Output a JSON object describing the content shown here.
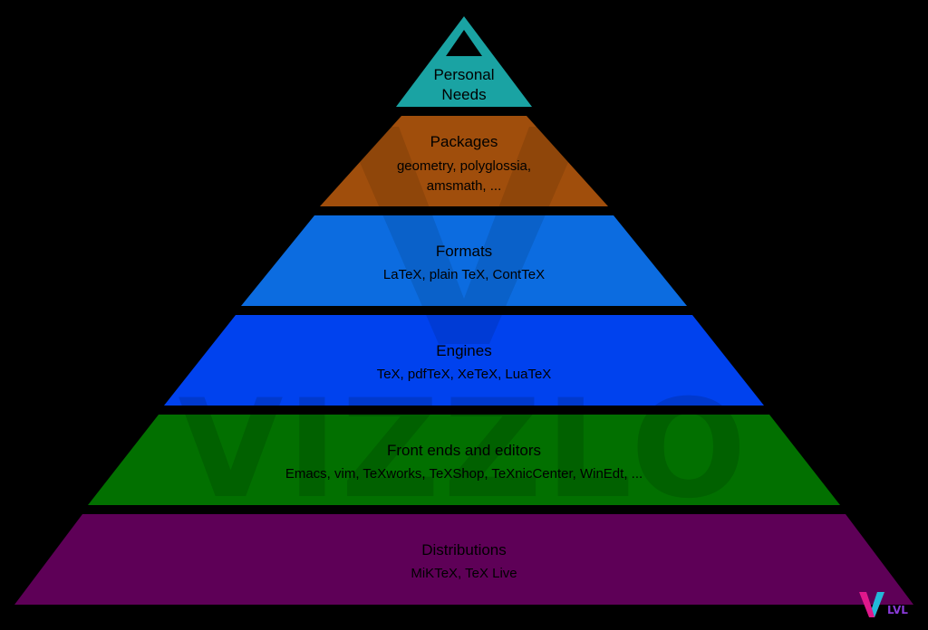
{
  "pyramid": {
    "tiers": [
      {
        "title": "Personal",
        "subtitle": "Needs",
        "color": "#1aa3a3"
      },
      {
        "title": "Packages",
        "subtitle": "geometry, polyglossia,",
        "subtitle2": "amsmath, ...",
        "color": "#a04e0c"
      },
      {
        "title": "Formats",
        "subtitle": "LaTeX, plain TeX, ContTeX",
        "color": "#0c6ce0"
      },
      {
        "title": "Engines",
        "subtitle": "TeX, pdfTeX, XeTeX, LuaTeX",
        "color": "#0042ee"
      },
      {
        "title": "Front ends and editors",
        "subtitle": "Emacs, vim, TeXworks, TeXShop, TeXnicCenter, WinEdt, ...",
        "color": "#027000"
      },
      {
        "title": "Distributions",
        "subtitle": "MiKTeX, TeX Live",
        "color": "#5e0057"
      }
    ]
  },
  "watermark": {
    "text": "VIZZLO"
  },
  "logo": {
    "text": "LVL",
    "colors": [
      "#e0188c",
      "#22b8d8",
      "#8a3ad8"
    ]
  }
}
